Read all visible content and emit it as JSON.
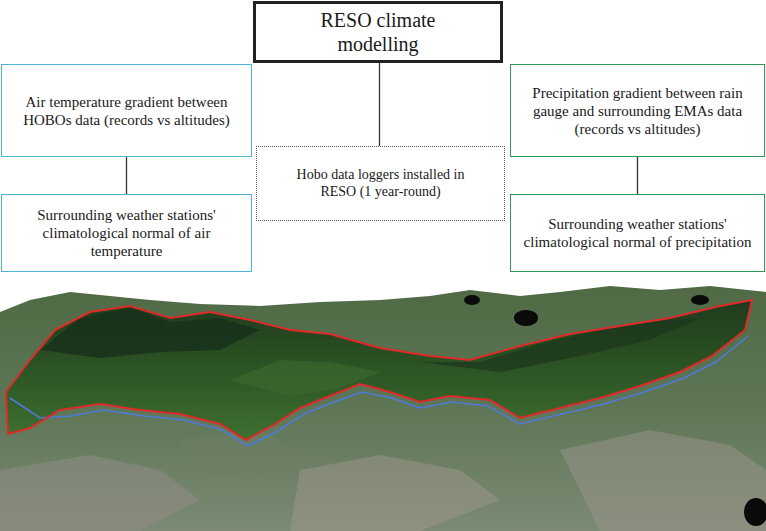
{
  "diagram": {
    "nodes": [
      {
        "text": [
          "RESO climate modelling"
        ]
      },
      {
        "text": [
          "Air temperature gradient between HOBOs data (records vs altitudes)"
        ]
      },
      {
        "text": [
          "Precipitation gradient between rain gauge and surrounding EMAs data (records vs altitudes)"
        ]
      },
      {
        "text": [
          "Hobo data loggers installed in RESO (1 year-round)"
        ]
      },
      {
        "text": [
          "Surrounding weather stations' climatological normal of air temperature"
        ]
      },
      {
        "text": [
          "Surrounding weather stations' climatological normal of precipitation"
        ]
      }
    ],
    "edges": [
      {
        "from": 0,
        "to": 3,
        "arrow": "none"
      },
      {
        "from": 1,
        "to": 4,
        "arrow": "none"
      },
      {
        "from": 2,
        "to": 5,
        "arrow": "none"
      }
    ]
  }
}
